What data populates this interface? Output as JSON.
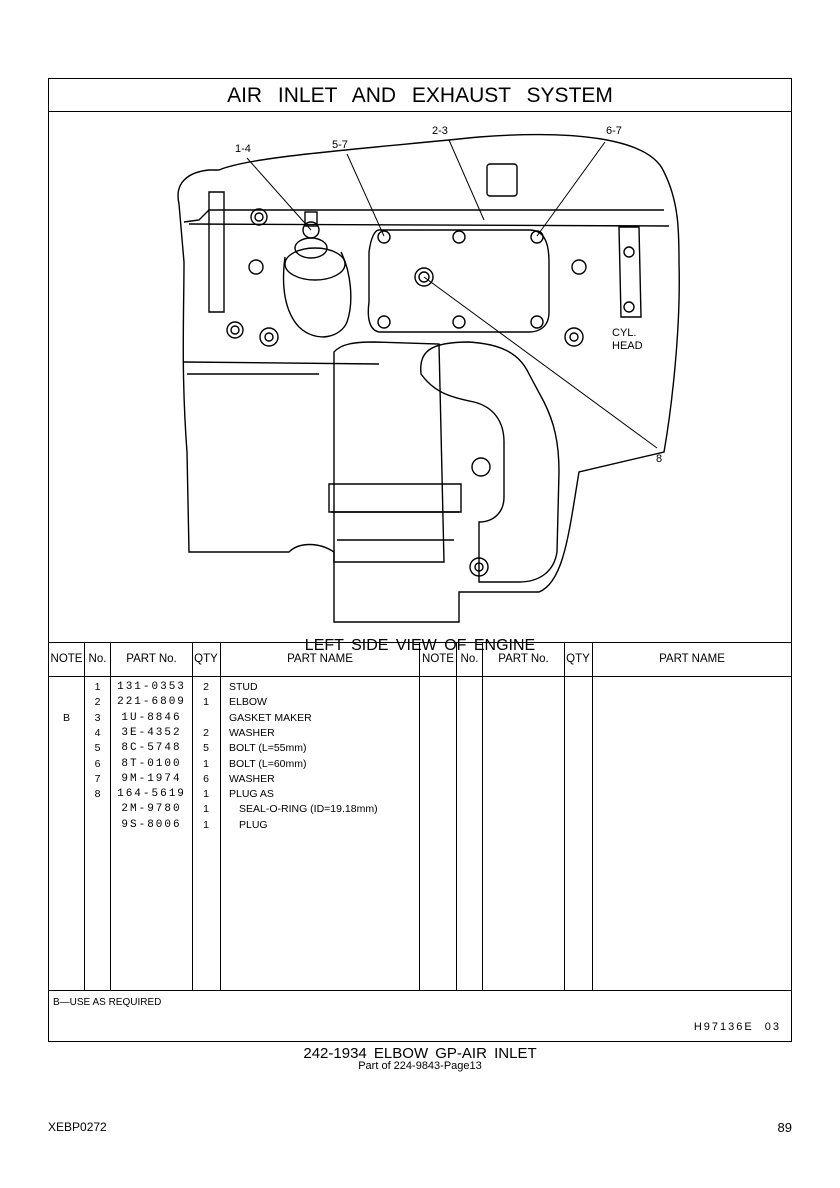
{
  "title": "AIR INLET AND EXHAUST SYSTEM",
  "figure": {
    "caption": "LEFT SIDE VIEW OF ENGINE",
    "callouts": [
      "1-4",
      "5-7",
      "2-3",
      "6-7",
      "8"
    ],
    "label_cyl_head": "CYL.",
    "label_cyl_head2": "HEAD"
  },
  "table": {
    "headers": {
      "note": "NOTE",
      "no": "No.",
      "part_no": "PART No.",
      "qty": "QTY",
      "part_name": "PART NAME"
    },
    "rows": [
      {
        "note": "",
        "no": "1",
        "part_no": "131-0353",
        "qty": "2",
        "name": "STUD",
        "indent": false
      },
      {
        "note": "",
        "no": "2",
        "part_no": "221-6809",
        "qty": "1",
        "name": "ELBOW",
        "indent": false
      },
      {
        "note": "B",
        "no": "3",
        "part_no": "1U-8846",
        "qty": "",
        "name": "GASKET MAKER",
        "indent": false
      },
      {
        "note": "",
        "no": "4",
        "part_no": "3E-4352",
        "qty": "2",
        "name": "WASHER",
        "indent": false
      },
      {
        "note": "",
        "no": "5",
        "part_no": "8C-5748",
        "qty": "5",
        "name": "BOLT (L=55mm)",
        "indent": false
      },
      {
        "note": "",
        "no": "6",
        "part_no": "8T-0100",
        "qty": "1",
        "name": "BOLT (L=60mm)",
        "indent": false
      },
      {
        "note": "",
        "no": "7",
        "part_no": "9M-1974",
        "qty": "6",
        "name": "WASHER",
        "indent": false
      },
      {
        "note": "",
        "no": "8",
        "part_no": "164-5619",
        "qty": "1",
        "name": "PLUG AS",
        "indent": false
      },
      {
        "note": "",
        "no": "",
        "part_no": "2M-9780",
        "qty": "1",
        "name": "SEAL-O-RING (ID=19.18mm)",
        "indent": true
      },
      {
        "note": "",
        "no": "",
        "part_no": "9S-8006",
        "qty": "1",
        "name": "PLUG",
        "indent": true
      }
    ]
  },
  "footnote": "B—USE AS REQUIRED",
  "doc_ref": "H97136E 03",
  "subtitle": "242-1934 ELBOW GP-AIR INLET",
  "subtitle2": "Part of 224-9843-Page13",
  "pub_code": "XEBP0272",
  "page_number": "89"
}
